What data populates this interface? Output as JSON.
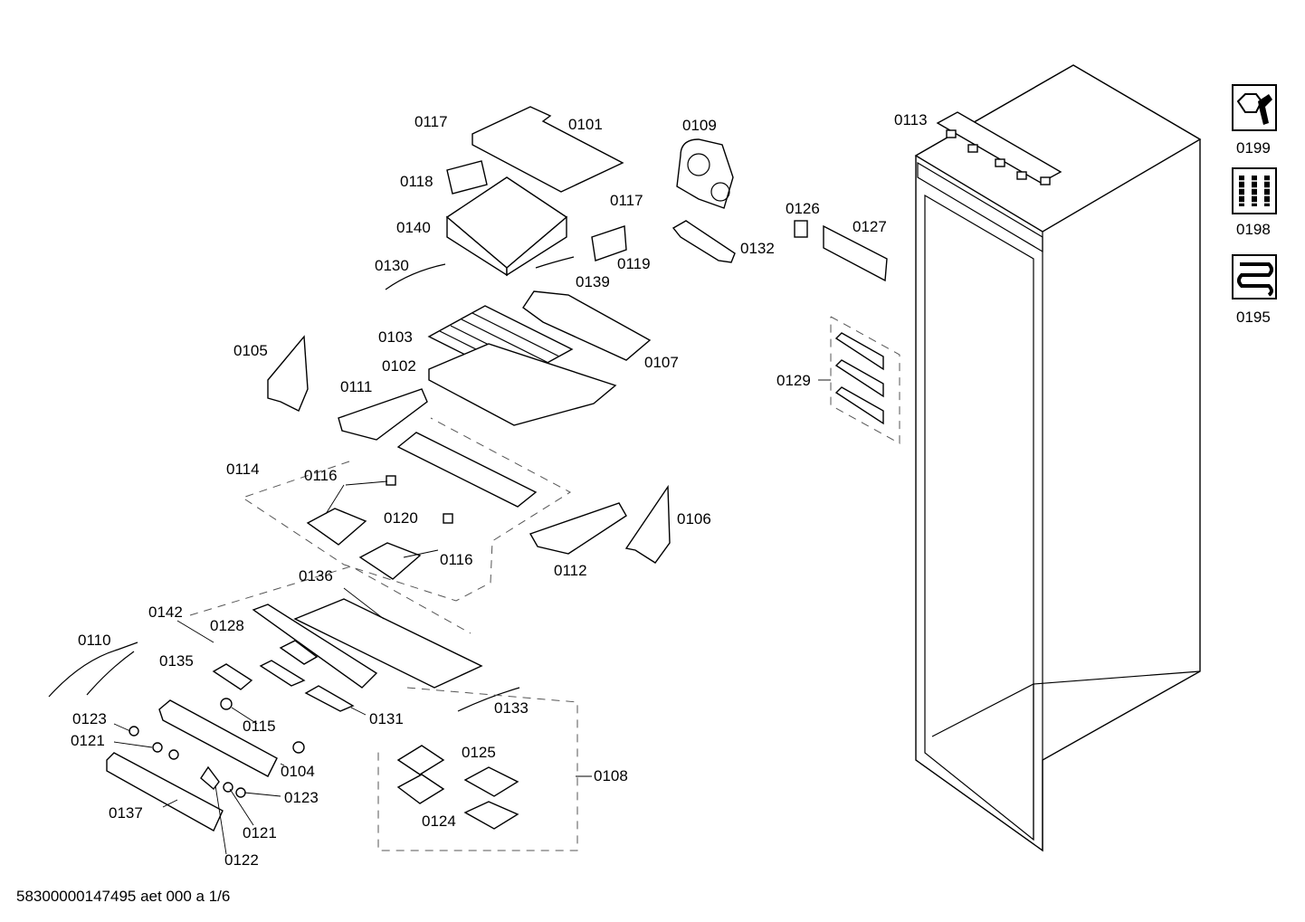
{
  "labels": {
    "p0101": "0101",
    "p0102": "0102",
    "p0103": "0103",
    "p0104": "0104",
    "p0105": "0105",
    "p0106": "0106",
    "p0107": "0107",
    "p0108": "0108",
    "p0109": "0109",
    "p0110": "0110",
    "p0111": "0111",
    "p0112": "0112",
    "p0113": "0113",
    "p0114": "0114",
    "p0115": "0115",
    "p0116a": "0116",
    "p0116b": "0116",
    "p0117a": "0117",
    "p0117b": "0117",
    "p0118": "0118",
    "p0119": "0119",
    "p0120": "0120",
    "p0121a": "0121",
    "p0121b": "0121",
    "p0122": "0122",
    "p0123a": "0123",
    "p0123b": "0123",
    "p0124": "0124",
    "p0125": "0125",
    "p0126": "0126",
    "p0127": "0127",
    "p0128": "0128",
    "p0129": "0129",
    "p0130": "0130",
    "p0131": "0131",
    "p0132": "0132",
    "p0133": "0133",
    "p0135": "0135",
    "p0136": "0136",
    "p0137": "0137",
    "p0139": "0139",
    "p0140": "0140",
    "p0142": "0142",
    "p0195": "0195",
    "p0198": "0198",
    "p0199": "0199"
  },
  "icons": {
    "i0199": "wrench-nut-icon",
    "i0198": "screws-icon",
    "i0195": "heating-coil-icon"
  },
  "footer": "58300000147495 aet 000 a 1/6"
}
